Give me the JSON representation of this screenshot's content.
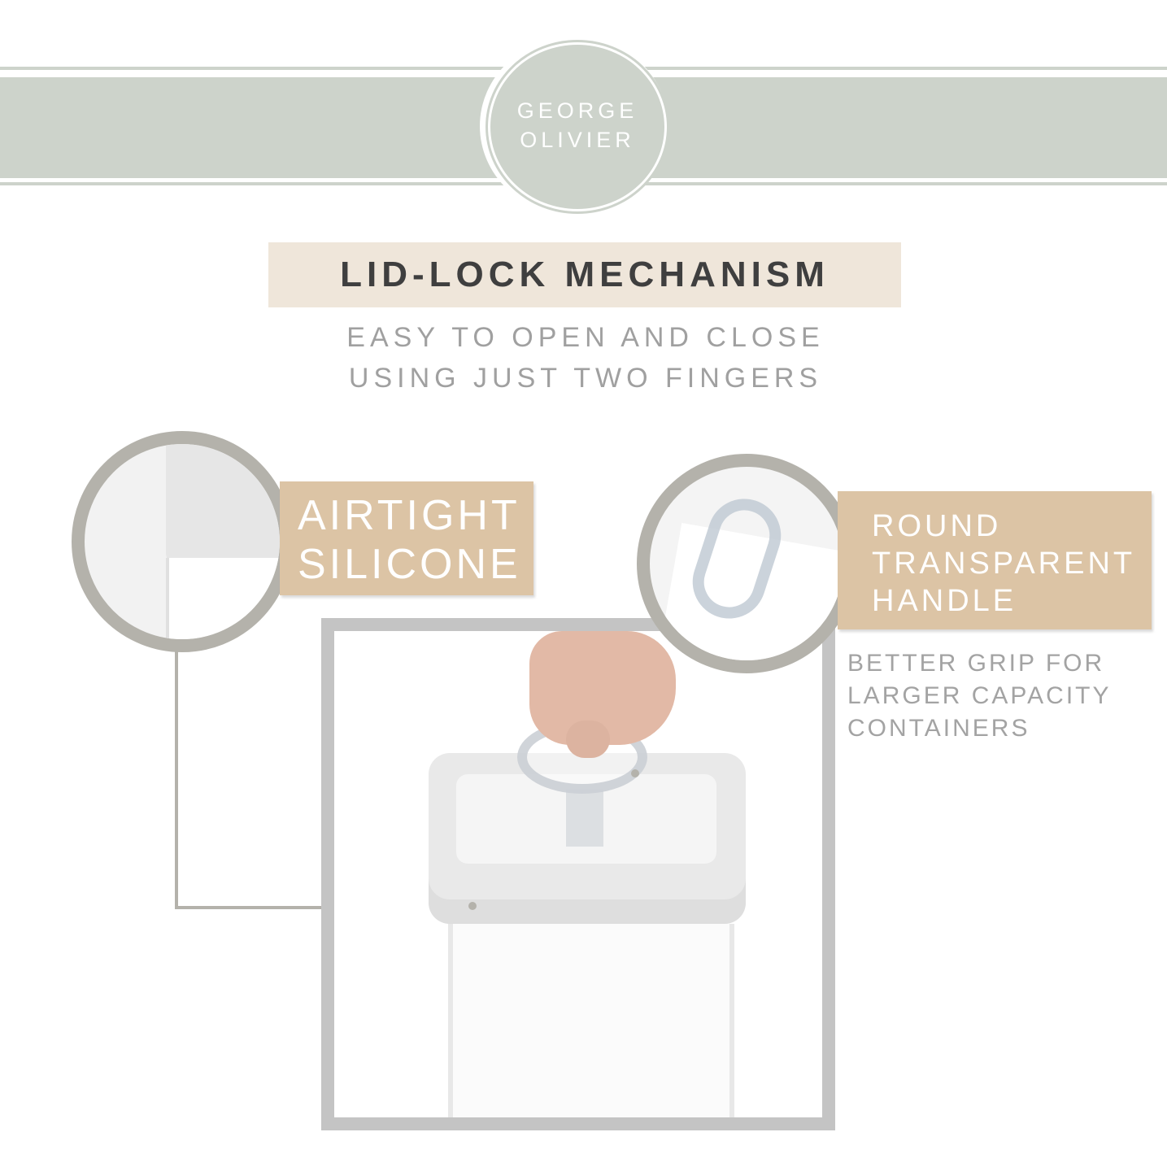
{
  "brand": {
    "line1": "GEORGE",
    "line2": "OLIVIER"
  },
  "title": "LID-LOCK MECHANISM",
  "subtitle": {
    "line1": "EASY TO OPEN AND CLOSE",
    "line2": "USING JUST TWO FINGERS"
  },
  "callout_left": {
    "line1": "AIRTIGHT",
    "line2": "SILICONE"
  },
  "callout_right": {
    "line1": "ROUND",
    "line2": "TRANSPARENT",
    "line3": "HANDLE",
    "note": {
      "line1": "BETTER GRIP FOR",
      "line2": "LARGER CAPACITY",
      "line3": "CONTAINERS"
    }
  },
  "colors": {
    "band": "#cdd3cb",
    "title_bg": "#efe6da",
    "label_bg": "#dcc4a5",
    "ring": "#b4b2ab",
    "frame": "#c4c4c4"
  }
}
